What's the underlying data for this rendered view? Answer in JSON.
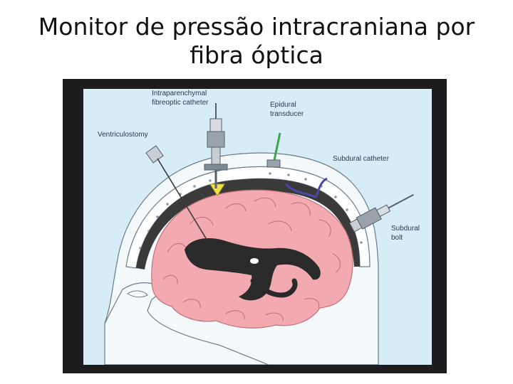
{
  "slide": {
    "title": "Monitor de pressão intracraniana por fibra óptica"
  },
  "diagram": {
    "labels": {
      "intraparenchymal": "Intraparenchymal\nfibreoptic catheter",
      "epidural": "Epidural\ntransducer",
      "ventriculostomy": "Ventriculostomy",
      "subdural_catheter": "Subdural catheter",
      "subdural_bolt": "Subdural\nbolt"
    },
    "colors": {
      "frame": "#1d1d1f",
      "background": "#d6ecf6",
      "brain": "#f2aab0",
      "ventricle": "#2a2a2a",
      "skull": "#ffffff",
      "transducer_tip": "#f2e24a",
      "epidural_line": "#3aa64a",
      "subdural_catheter": "#4a47a6"
    }
  }
}
